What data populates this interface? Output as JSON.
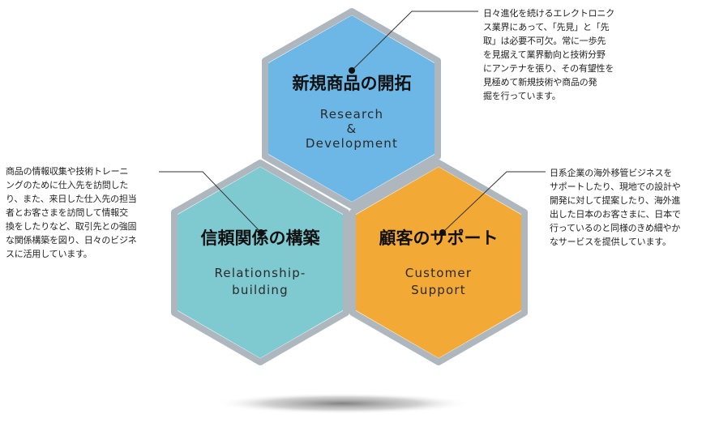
{
  "hexagons": {
    "rd": {
      "title": "新規商品の開拓",
      "subtitle_lines": [
        "Research",
        "&",
        "Development"
      ],
      "color": "#6cb7e5"
    },
    "rel": {
      "title": "信頼関係の構築",
      "subtitle_lines": [
        "Relationship-",
        "building"
      ],
      "color": "#7fcad0"
    },
    "cs": {
      "title": "顧客のサポート",
      "subtitle_lines": [
        "Customer",
        "Support"
      ],
      "color": "#f3a935"
    }
  },
  "callouts": {
    "rd": "日々進化を続けるエレクトロニク\nス業界にあって、「先見」と「先\n取」は必要不可欠。常に一歩先\nを見据えて業界動向と技術分野\nにアンテナを張り、その有望性を\n見極めて新規技術や商品の発\n掘を行っています。",
    "rel": "商品の情報収集や技術トレーニ\nングのために仕入先を訪問した\nり、また、来日した仕入先の担当\n者とお客さまを訪問して情報交\n換をしたりなど、取引先との強固\nな関係構築を図り、日々のビジネ\nスに活用しています。",
    "cs": "日系企業の海外移管ビジネスを\nサポートしたり、現地での設計や\n開発に対して提案したり、海外進\n出した日本のお客さまに、日本で\n行っているのと同様のきめ細やか\nなサービスを提供しています。"
  }
}
